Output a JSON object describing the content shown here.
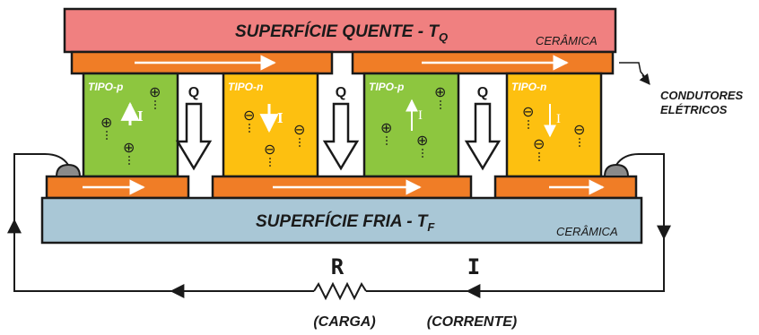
{
  "hot_surface": {
    "label": "SUPERFÍCIE QUENTE - T",
    "subscript": "Q",
    "material": "CERÂMICA",
    "color": "#f08080"
  },
  "cold_surface": {
    "label": "SUPERFÍCIE FRIA - T",
    "subscript": "F",
    "material": "CERÂMICA",
    "color": "#a9c7d6"
  },
  "conductors_label": [
    "CONDUTORES",
    "ELÉTRICOS"
  ],
  "legs": [
    {
      "type": "TIPO-p",
      "color": "#8dc63f",
      "carrier": "⊕",
      "current": "I"
    },
    {
      "type": "TIPO-n",
      "color": "#fdc010",
      "carrier": "⊖",
      "current": "I"
    },
    {
      "type": "TIPO-p",
      "color": "#8dc63f",
      "carrier": "⊕",
      "current": "I"
    },
    {
      "type": "TIPO-n",
      "color": "#fdc010",
      "carrier": "⊖",
      "current": "I"
    }
  ],
  "heat_label": "Q",
  "resistor_label": "R",
  "current_label": "I",
  "load_caption": "(CARGA)",
  "current_caption": "(CORRENTE)",
  "colors": {
    "conductor": "#f07d26",
    "outline": "#1a1a1a"
  }
}
